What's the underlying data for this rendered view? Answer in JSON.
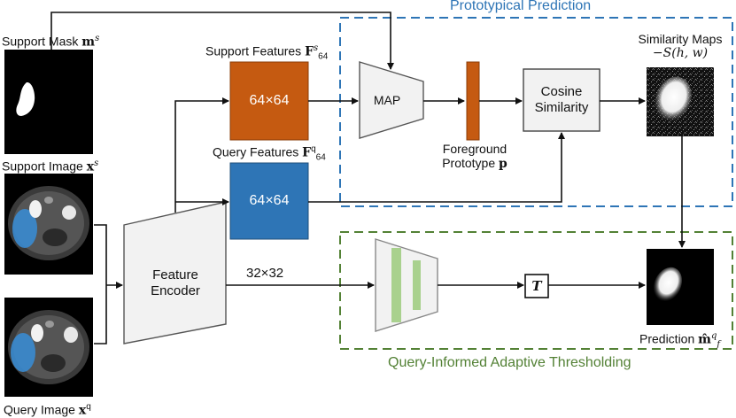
{
  "regions": {
    "prototypical_title": "Prototypical Prediction",
    "thresholding_title": "Query-Informed Adaptive Thresholding"
  },
  "inputs": {
    "support_mask_label": "Support Mask",
    "support_mask_symbol": "m",
    "support_mask_sup": "s",
    "support_image_label": "Support Image",
    "support_image_symbol": "x",
    "support_image_sup": "s",
    "query_image_label": "Query Image",
    "query_image_symbol": "x",
    "query_image_sup": "q"
  },
  "encoder": {
    "label_line1": "Feature",
    "label_line2": "Encoder",
    "output_size": "32×32"
  },
  "features": {
    "support_label": "Support Features",
    "support_symbol": "F",
    "support_sup": "s",
    "support_sub": "64",
    "support_size": "64×64",
    "query_label": "Query Features",
    "query_symbol": "F",
    "query_sup": "q",
    "query_sub": "64",
    "query_size": "64×64"
  },
  "prototype": {
    "map_label": "MAP",
    "label_line1": "Foreground",
    "label_line2": "Prototype",
    "symbol": "p"
  },
  "cosine": {
    "label_line1": "Cosine",
    "label_line2": "Similarity"
  },
  "similarity": {
    "label_line1": "Similarity Maps",
    "formula": "−S(h, w)"
  },
  "threshold": {
    "symbol": "T"
  },
  "prediction": {
    "label": "Prediction",
    "symbol": "m̂",
    "sup": "q",
    "sub": "f"
  },
  "colors": {
    "support_features": "#c55a11",
    "query_features": "#2e75b6",
    "prototypical_border": "#2e75b6",
    "thresholding_border": "#538135",
    "thresholding_title": "#538135",
    "prototypical_title": "#2e75b6",
    "net_bars": "#a9d18e"
  }
}
